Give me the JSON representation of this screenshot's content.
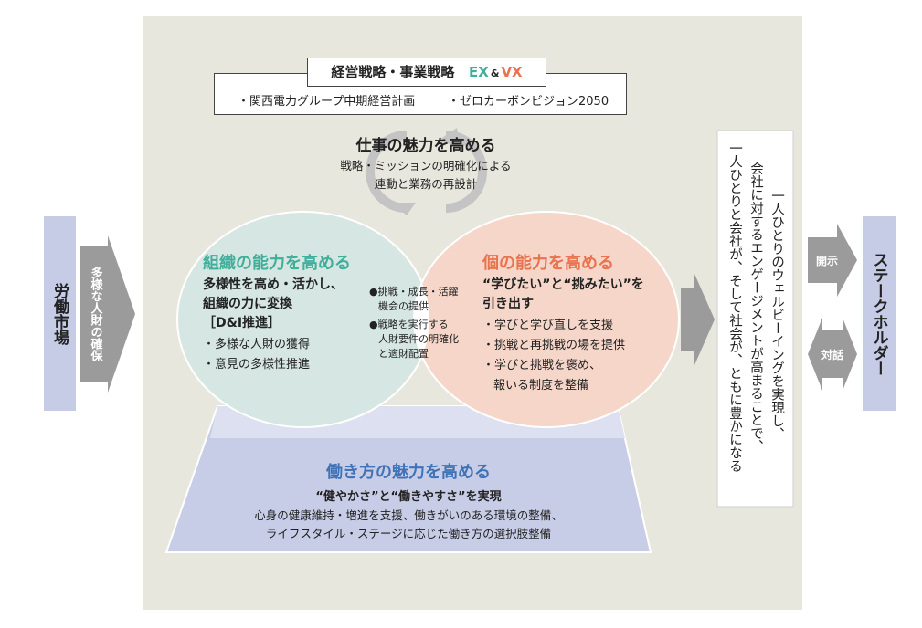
{
  "strategy": {
    "title": "経営戦略・事業戦略",
    "ex": "EX",
    "amp": "&",
    "vx": "VX",
    "items": [
      "・関西電力グループ中期経営計画",
      "・ゼロカーボンビジョン2050"
    ]
  },
  "work_appeal": {
    "title": "仕事の魅力を高める",
    "lines": [
      "戦略・ミッションの明確化による",
      "連動と業務の再設計"
    ]
  },
  "org": {
    "title": "組織の能力を高める",
    "lines": [
      "多様性を高め・活かし、",
      "組織の力に変換",
      "［D&I推進］"
    ],
    "bullets": [
      "・多様な人財の獲得",
      "・意見の多様性推進"
    ]
  },
  "overlap": {
    "bullets": [
      [
        "●挑戦・成長・活躍",
        "機会の提供"
      ],
      [
        "●戦略を実行する",
        "人財要件の明確化",
        "と適財配置"
      ]
    ]
  },
  "individual": {
    "title": "個の能力を高める",
    "lines": [
      "“学びたい”と“挑みたい”を",
      "引き出す"
    ],
    "bullets": [
      "・学びと学び直しを支援",
      "・挑戦と再挑戦の場を提供",
      "・学びと挑戦を褒め、",
      "報いる制度を整備"
    ]
  },
  "workstyle": {
    "title": "働き方の魅力を高める",
    "subtitle": "“健やかさ”と“働きやすさ”を実現",
    "lines": [
      "心身の健康維持・増進を支援、働きがいのある環境の整備、",
      "ライフスタイル・ステージに応じた働き方の選択肢整備"
    ]
  },
  "labor_market": "労働市場",
  "talent_arrow": "多様な人財の確保",
  "outcome": [
    "一人ひとりのウェルビーイングを実現し、",
    "会社に対するエンゲージメントが高まることで、",
    "一人ひとりと会社が、そして社会が、ともに豊かになる"
  ],
  "disclosure": "開示",
  "dialogue": "対話",
  "stakeholders": "ステークホルダー",
  "colors": {
    "teal": "#3fae9a",
    "orange": "#e9724f",
    "blue": "#3f73b8",
    "panel": "#e8e7dd",
    "lavender": "#c6cbe6",
    "arrow": "#9b9b9b"
  }
}
